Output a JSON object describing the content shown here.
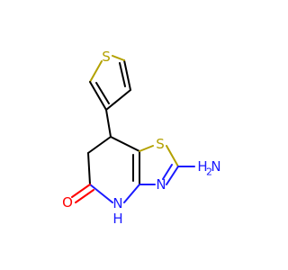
{
  "structure": {
    "colors": {
      "carbon": "#000000",
      "nitrogen": "#1a1aff",
      "sulfur": "#b3a100",
      "oxygen": "#ff0000"
    },
    "atoms": {
      "s_thiophene": "S",
      "s_thiazole": "S",
      "n_ring_thiazole": "N",
      "n_amino": "N",
      "h2_amino": "H",
      "amino_subscript": "2",
      "n_lactam": "N",
      "h_lactam": "H",
      "o_carbonyl": "O"
    }
  }
}
